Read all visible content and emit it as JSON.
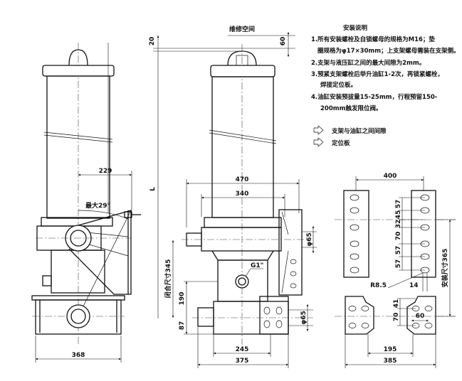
{
  "notes": {
    "title": "安装说明",
    "lines": [
      "1.所有安装螺栓及自锁螺母的规格为M16；垫",
      "圈规格为φ17×30mm；上支架螺母需装在支架侧。",
      "2.支架与液压缸之间的最大间隙为2mm。",
      "3.预紧支架螺栓后举升油缸1-2次，再锁紧螺栓，",
      "焊接定位板。",
      "4.油缸安装预拔量15-25mm，行程预留150-",
      "200mm触发限位阀。"
    ],
    "legend": [
      {
        "icon": "arrow-marker-icon",
        "label": "支架与油缸之间间隙"
      },
      {
        "icon": "arrow-marker-icon",
        "label": "定位板"
      }
    ]
  },
  "left_view": {
    "dim_width": "368",
    "dim_offset": "229",
    "angle_label": "最大29°"
  },
  "front_view": {
    "maintenance_label": "维修空间",
    "dim_top": "20",
    "dim_clearance": "60",
    "dim_length": "L",
    "dim_470": "470",
    "dim_340": "340",
    "dim_phi_upper": "φ65",
    "dim_phi_lower": "φ65",
    "port_label": "G1\"",
    "closed_length": "闭合尺寸345",
    "dim_190": "190",
    "dim_87": "87",
    "dim_245": "245",
    "dim_375": "375"
  },
  "bracket_view": {
    "dim_400": "400",
    "spacings": [
      "57",
      "45",
      "32",
      "70",
      "57",
      "57"
    ],
    "radius": "R8.5",
    "dim_14": "14",
    "install_size": "安装尺寸365",
    "dim_41": "41",
    "dim_70": "70",
    "dim_60": "60",
    "dim_195": "195",
    "dim_385": "385"
  }
}
